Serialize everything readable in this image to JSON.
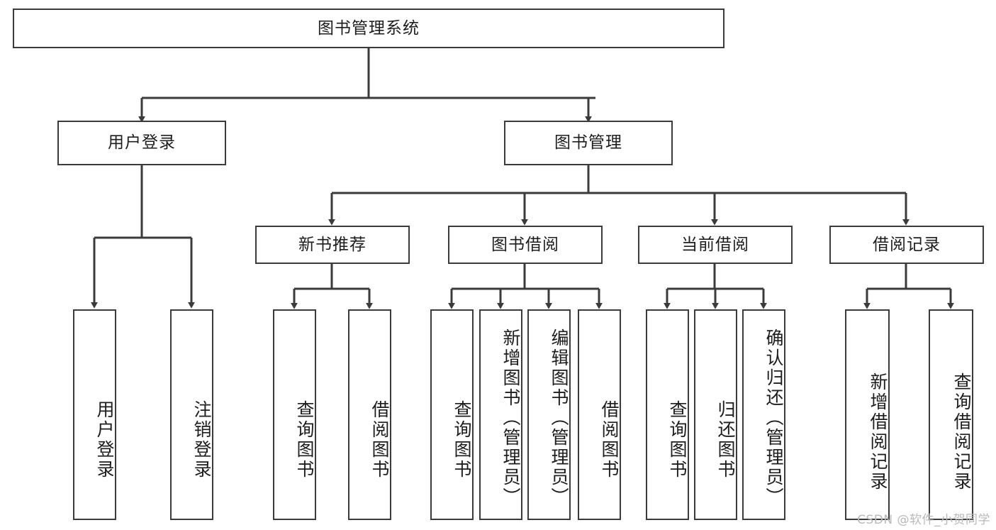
{
  "diagram": {
    "title": "图书管理系统",
    "type": "tree-hierarchy-diagram",
    "watermark": "CSDN @软件_小贺同学",
    "colors": {
      "background": "#ffffff",
      "border": "#3b3b3b",
      "text": "#1d1d1d",
      "edge": "#3b3b3b",
      "watermark": "#b9b9b9"
    },
    "root": {
      "label": "图书管理系统"
    },
    "level2": [
      {
        "id": "user-login",
        "label": "用户登录"
      },
      {
        "id": "book-manage",
        "label": "图书管理"
      }
    ],
    "level3": [
      {
        "id": "new-book-recommend",
        "label": "新书推荐",
        "parent": "book-manage"
      },
      {
        "id": "book-borrow",
        "label": "图书借阅",
        "parent": "book-manage"
      },
      {
        "id": "current-borrow",
        "label": "当前借阅",
        "parent": "book-manage"
      },
      {
        "id": "borrow-record",
        "label": "借阅记录",
        "parent": "book-manage"
      }
    ],
    "leaves": [
      {
        "id": "leaf-user-login",
        "label": "用户登录",
        "parent": "user-login"
      },
      {
        "id": "leaf-logout-login",
        "label": "注销登录",
        "parent": "user-login"
      },
      {
        "id": "leaf-query-book-1",
        "label": "查询图书",
        "parent": "new-book-recommend"
      },
      {
        "id": "leaf-borrow-book-1",
        "label": "借阅图书",
        "parent": "new-book-recommend"
      },
      {
        "id": "leaf-query-book-2",
        "label": "查询图书",
        "parent": "book-borrow"
      },
      {
        "id": "leaf-add-book",
        "label": "新增图书（管理员）",
        "parent": "book-borrow"
      },
      {
        "id": "leaf-edit-book",
        "label": "编辑图书（管理员）",
        "parent": "book-borrow"
      },
      {
        "id": "leaf-borrow-book-2",
        "label": "借阅图书",
        "parent": "book-borrow"
      },
      {
        "id": "leaf-query-book-3",
        "label": "查询图书",
        "parent": "current-borrow"
      },
      {
        "id": "leaf-return-book",
        "label": "归还图书",
        "parent": "current-borrow"
      },
      {
        "id": "leaf-confirm-return",
        "label": "确认归还（管理员）",
        "parent": "current-borrow"
      },
      {
        "id": "leaf-add-record",
        "label": "新增借阅记录",
        "parent": "borrow-record"
      },
      {
        "id": "leaf-query-record",
        "label": "查询借阅记录",
        "parent": "borrow-record"
      }
    ]
  }
}
